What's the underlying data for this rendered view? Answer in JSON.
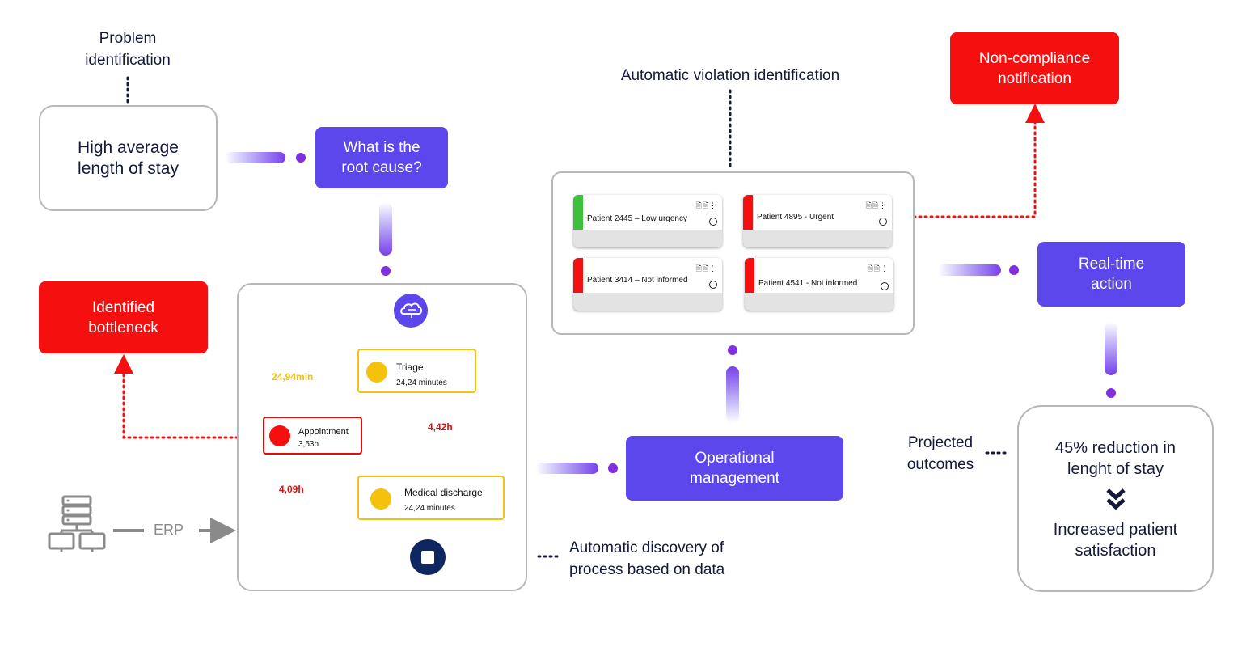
{
  "problem_identification": "Problem\nidentification",
  "high_average_box": "High average\nlength of stay",
  "root_cause_box": "What is the\nroot cause?",
  "identified_bottleneck_box": "Identified\nbottleneck",
  "process_map": {
    "triage": {
      "title": "Triage",
      "duration": "24,24 minutes"
    },
    "appointment": {
      "title": "Appointment",
      "duration": "3,53h"
    },
    "medical_discharge": {
      "title": "Medical discharge",
      "duration": "24,24 minutes"
    },
    "edge_start_appointment": "24,94min",
    "edge_triage_discharge": "4,42h",
    "edge_appointment_discharge": "4,09h"
  },
  "erp_label": "ERP",
  "automatic_discovery": "Automatic discovery of\nprocess based on data",
  "operational_management_box": "Operational\nmanagement",
  "automatic_violation": "Automatic violation identification",
  "patients": [
    {
      "label": "Patient 2445 – Low urgency",
      "color": "#3cc13b"
    },
    {
      "label": "Patient 4895 - Urgent",
      "color": "#f50f0f"
    },
    {
      "label": "Patient 3414 – Not informed",
      "color": "#f50f0f"
    },
    {
      "label": "Patient 4541 - Not informed",
      "color": "#f50f0f"
    }
  ],
  "non_compliance_box": "Non-compliance\nnotification",
  "real_time_action_box": "Real-time\naction",
  "projected_outcomes": "Projected\noutcomes",
  "outcome_reduction": "45% reduction in\nlenght of stay",
  "outcome_satisfaction": "Increased patient\nsatisfaction",
  "colors": {
    "purple": "#5b47ec",
    "red": "#f50f0f",
    "yellow": "#f4c20d",
    "green": "#3cc13b",
    "navy": "#14193a"
  }
}
